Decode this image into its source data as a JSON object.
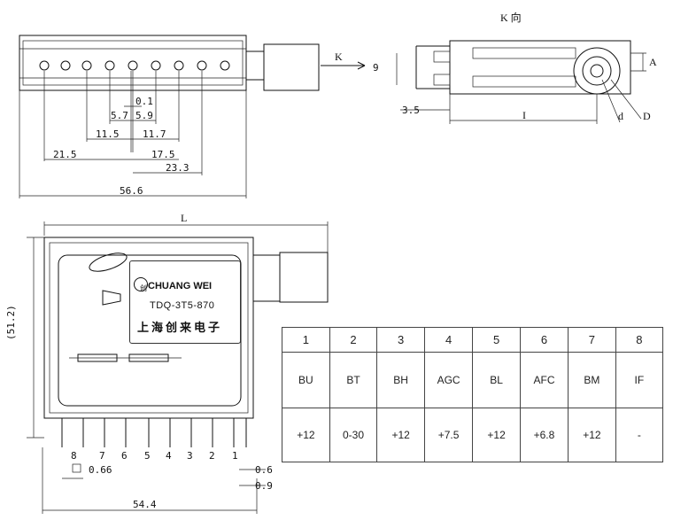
{
  "top_view": {
    "dims": [
      "0.1",
      "5.7",
      "5.9",
      "11.5",
      "11.7",
      "21.5",
      "17.5",
      "23.3",
      "56.6"
    ],
    "arrow_label": "K"
  },
  "side_view": {
    "title": "K 向",
    "dims": [
      "3.5",
      "I",
      "d",
      "D",
      "A",
      "9"
    ]
  },
  "front_view": {
    "width_label": "L",
    "height_label": "(51.2)",
    "pin_numbers": [
      "8",
      "7",
      "6",
      "5",
      "4",
      "3",
      "2",
      "1"
    ],
    "pin_width": "0.66",
    "right_dims": [
      "0.6",
      "0.9"
    ],
    "bottom_dim": "54.4",
    "label": {
      "brand": "CHUANG WEI",
      "model": "TDQ-3T5-870",
      "maker": "上海创来电子"
    }
  },
  "pin_table": {
    "numbers": [
      "1",
      "2",
      "3",
      "4",
      "5",
      "6",
      "7",
      "8"
    ],
    "signals": [
      "BU",
      "BT",
      "BH",
      "AGC",
      "BL",
      "AFC",
      "BM",
      "IF"
    ],
    "voltages": [
      "+12",
      "0-30",
      "+12",
      "+7.5",
      "+12",
      "+6.8",
      "+12",
      "-"
    ]
  }
}
